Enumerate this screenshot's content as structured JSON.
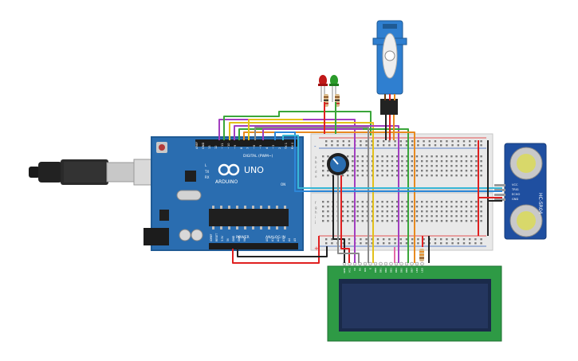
{
  "arduino": {
    "brand": "ARDUINO",
    "model": "UNO",
    "digital_label": "DIGITAL (PWM~)",
    "power_label": "POWER",
    "analog_label": "ANALOG IN",
    "tx_label": "TX",
    "rx_label": "RX",
    "l_label": "L",
    "on_label": "ON",
    "pin_numbers": [
      "AREF",
      "GND",
      "13",
      "12",
      "~11",
      "~10",
      "~9",
      "8",
      "7",
      "~6",
      "~5",
      "4",
      "~3",
      "2",
      "TX 1",
      "RX 0"
    ],
    "power_pins": [
      "IOREF",
      "RESET",
      "3.3V",
      "5V",
      "GND",
      "GND",
      "Vin"
    ],
    "analog_pins": [
      "A0",
      "A1",
      "A2",
      "A3",
      "A4",
      "A5"
    ]
  },
  "sensor": {
    "name": "HC-SR04",
    "pins": [
      "VCC",
      "TRIG",
      "ECHO",
      "GND"
    ]
  },
  "lcd": {
    "pins": [
      "GND",
      "VCC",
      "V0",
      "RS",
      "RW",
      "E",
      "DB0",
      "DB1",
      "DB2",
      "DB3",
      "DB4",
      "DB5",
      "DB6",
      "DB7",
      "LED",
      "LED"
    ]
  },
  "breadboard": {
    "row_letters_top": [
      "a",
      "b",
      "c",
      "d",
      "e"
    ],
    "row_letters_bottom": [
      "f",
      "g",
      "h",
      "i",
      "j"
    ],
    "plus": "+",
    "minus": "-"
  },
  "colors": {
    "board": "#2a6db0",
    "board_dark": "#1f5a94",
    "breadboard": "#e9e9e9",
    "lcd_pcb": "#2e9a45",
    "lcd_screen": "#1f2d55",
    "sensor": "#1f4fa0",
    "servo": "#2f7fd0",
    "wire_red": "#e02020",
    "wire_black": "#222222",
    "wire_green": "#3aa63a",
    "wire_yellow": "#e3c11a",
    "wire_purple": "#a23ec0",
    "wire_orange": "#e88a20",
    "wire_blue": "#2d87d8",
    "wire_gray": "#8a8a8a",
    "wire_pink": "#e36aa8",
    "wire_cyan": "#39b7d6"
  }
}
